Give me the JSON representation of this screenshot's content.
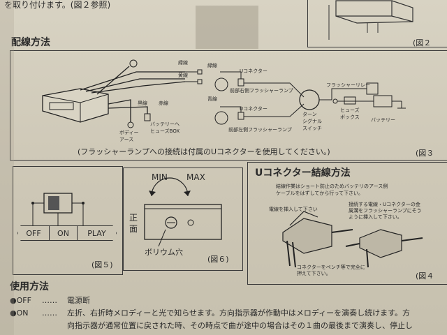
{
  "top": {
    "intro_text": "を取り付けます。(図２参照)",
    "fig2_label": "(図２"
  },
  "wiring": {
    "title": "配線方法",
    "labels": {
      "green_wire_top": "緑線",
      "yellow_wire": "黄線",
      "green_wire_right": "緑線",
      "blue_wire": "青線",
      "u_connector_1": "Uコネクター",
      "right_front_lamp": "前部右側フラッシャーランプ",
      "u_connector_2": "Uコネクター",
      "left_front_lamp": "前部左側フラッシャーランプ",
      "black_wire": "黒線",
      "red_wire": "赤線",
      "body_earth": "ボディー\nアース",
      "battery_fuse": "バッテリーへ\nヒューズBOX",
      "turn_switch": "ターン\nシグナル\nスイッチ",
      "flasher_relay": "フラッシャーリレー",
      "fuse_box": "ヒューズ\nボックス",
      "battery": "バッテリー"
    },
    "caption": "(フラッシャーランプへの接続は付属のUコネクターを使用してください。)",
    "fig_label": "(図３"
  },
  "fig5": {
    "buttons": [
      "OFF",
      "ON",
      "PLAY"
    ],
    "fig_label": "(図５)"
  },
  "fig6": {
    "min_label": "MIN",
    "max_label": "MAX",
    "front_label": "正\n面",
    "volume_hole_label": "ボリウム穴",
    "fig_label": "(図６)"
  },
  "u_connector": {
    "title": "Uコネクター結線方法",
    "note": "結線作業はショート防止のためバッテリのアース側\nケーブルをはずしてから行って下さい。",
    "label_wire_insert": "電線を挿入して下さい",
    "label_harness": "接続する電線・Uコネクターの金\n属溝をフラッシャーランプにそう\nように挿入して下さい。",
    "label_press": "コネクターをペンチ等で完全に\n押えて下さい。",
    "fig_label": "(図４"
  },
  "usage": {
    "title": "使用方法",
    "items": [
      {
        "mode": "●OFF",
        "desc": "電源断"
      },
      {
        "mode": "●ON",
        "desc": "左折、右折時メロディーと光で知らせます。方向指示器が作動中はメロディーを演奏し続けます。方"
      },
      {
        "mode": "",
        "desc": "向指示器が通常位置に戻された時、その時点で曲が途中の場合はその１曲の最後まで演奏し、停止し"
      }
    ]
  }
}
